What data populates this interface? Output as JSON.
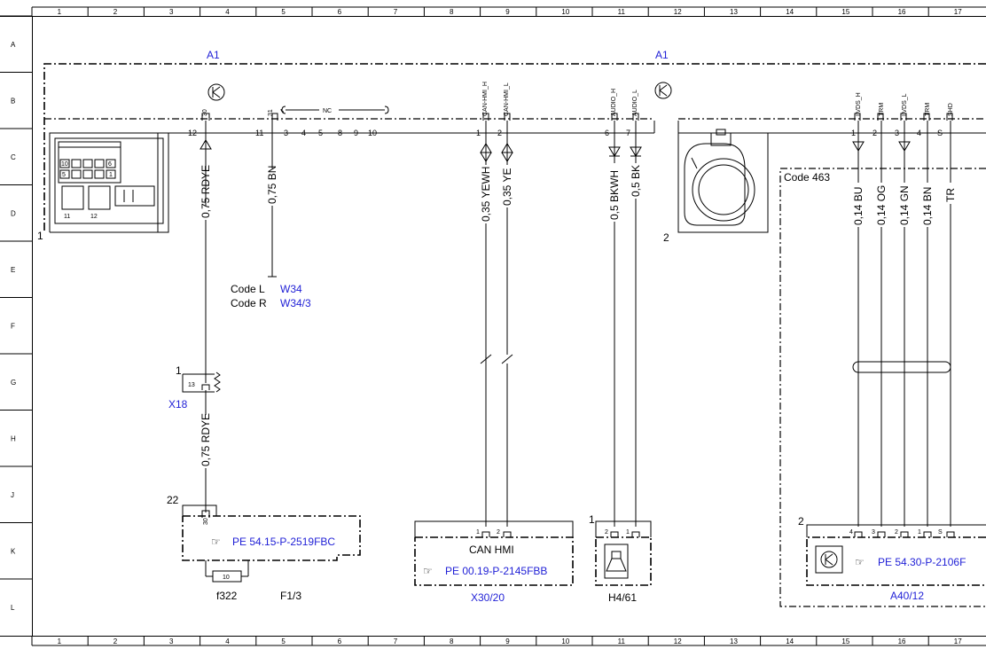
{
  "grid": {
    "columns": [
      "1",
      "2",
      "3",
      "4",
      "5",
      "6",
      "7",
      "8",
      "9",
      "10",
      "11",
      "12",
      "13",
      "14",
      "15",
      "16",
      "17"
    ],
    "rows": [
      "A",
      "B",
      "C",
      "D",
      "E",
      "F",
      "G",
      "H",
      "J",
      "K",
      "L"
    ]
  },
  "components": {
    "a1_left": "A1",
    "a1_right": "A1",
    "a1_connector_ref": "1",
    "a1_camera_ref": "2",
    "x18": "X18",
    "x18_ref": "1",
    "x18_pin": "13",
    "f322": "f322",
    "f322_pin": "10",
    "f1_3": "F1/3",
    "fuse_box_ref": "22",
    "fuse_pin": "30",
    "x30_20": "X30/20",
    "h4_61": "H4/61",
    "h4_61_ref": "1",
    "a40_12": "A40/12",
    "a40_12_ref": "2",
    "can_hmi": "CAN HMI",
    "code_463": "Code 463"
  },
  "references": {
    "fuse": "PE 54.15-P-2519FBC",
    "can": "PE 00.19-P-2145FBB",
    "display": "PE 54.30-P-2106F"
  },
  "codes": {
    "code_l_label": "Code L",
    "code_l_ref": "W34",
    "code_r_label": "Code R",
    "code_r_ref": "W34/3"
  },
  "pins": {
    "p30": "30",
    "p31": "31",
    "nc": "NC",
    "can_h": "CAN-HMI_H",
    "can_l": "CAN-HMI_L",
    "audio_h": "AUDIO_H",
    "audio_l": "AUDIO_L",
    "lvds_h": "LVDS_H",
    "trm1": "TRM",
    "lvds_l": "LVDS_L",
    "trm2": "TRM",
    "shd": "SHD",
    "n12": "12",
    "n11": "11",
    "n3": "3",
    "n4": "4",
    "n5": "5",
    "n8": "8",
    "n9": "9",
    "n10": "10",
    "n1": "1",
    "n2": "2",
    "n6": "6",
    "n7": "7",
    "r1": "1",
    "r2": "2",
    "r3": "3",
    "r4": "4",
    "rs": "S",
    "k1": "1",
    "k2": "2",
    "h2": "2",
    "h1": "1",
    "a4": "4",
    "a3": "3",
    "a2": "2",
    "a1": "1",
    "as": "S"
  },
  "wires": {
    "w1a": "0,75 RDYE",
    "w1b": "0,75 RDYE",
    "w2": "0,75 BN",
    "w3": "0,35 YEWH",
    "w4": "0,35 YE",
    "w5": "0,5 BKWH",
    "w6": "0,5 BK",
    "w7": "0,14 BU",
    "w8": "0,14 OG",
    "w9": "0,14 GN",
    "w10": "0,14 BN",
    "w11": "TR"
  },
  "connector_pins": {
    "c10": "10",
    "c6": "6",
    "c5": "5",
    "c1": "1",
    "c11": "11",
    "c12": "12"
  }
}
